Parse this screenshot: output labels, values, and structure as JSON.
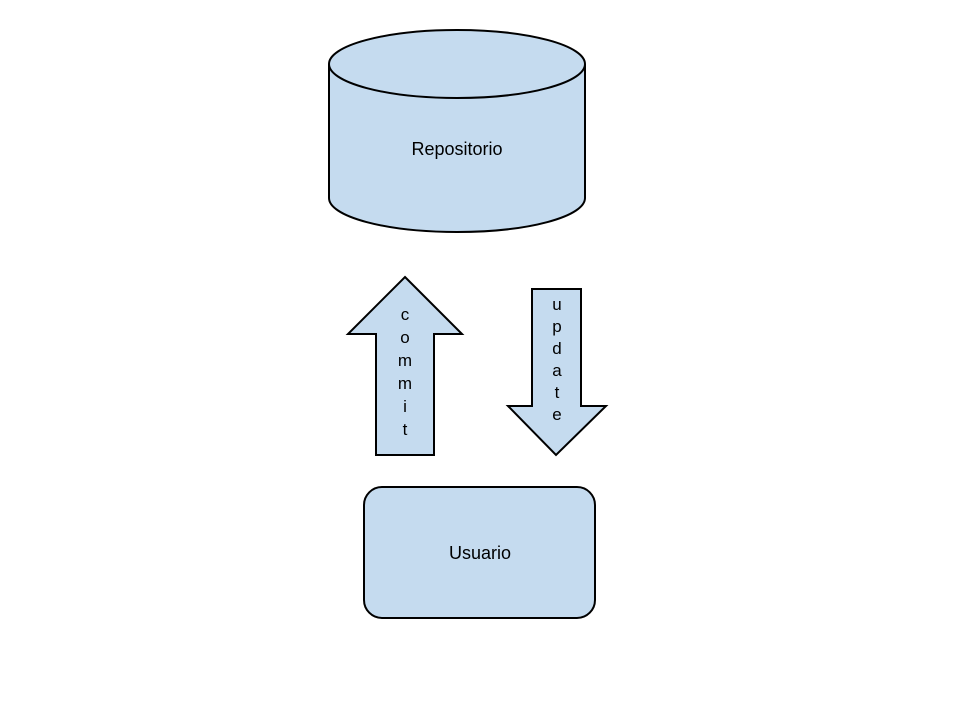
{
  "diagram": {
    "repository": {
      "label": "Repositorio"
    },
    "user": {
      "label": "Usuario"
    },
    "commit_arrow": {
      "label": "commit",
      "direction": "up"
    },
    "update_arrow": {
      "label": "update",
      "direction": "down"
    },
    "colors": {
      "fill": "#c5dbef",
      "stroke": "#000000"
    }
  }
}
